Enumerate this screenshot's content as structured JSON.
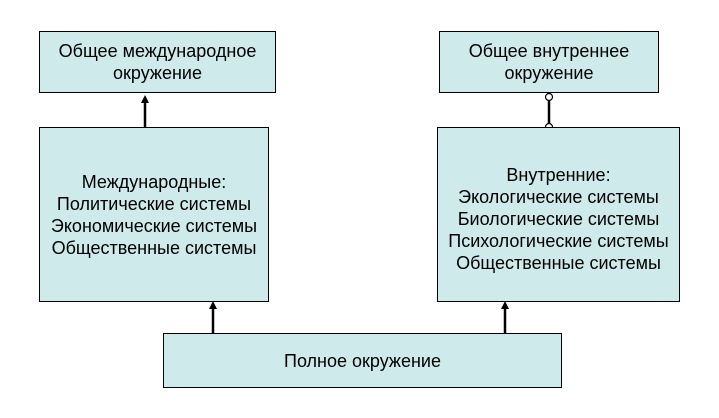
{
  "diagram": {
    "international_env": {
      "lines": [
        "Общее международное",
        "окружение"
      ]
    },
    "internal_env": {
      "lines": [
        "Общее внутреннее",
        "окружение"
      ]
    },
    "international": {
      "lines": [
        "Международные:",
        "Политические системы",
        "Экономические системы",
        "Общественные системы"
      ]
    },
    "internal": {
      "lines": [
        "Внутренние:",
        "Экологические системы",
        "Биологические системы",
        "Психологические системы",
        "Общественные системы"
      ]
    },
    "full_env": {
      "label": "Полное окружение"
    },
    "colors": {
      "box_fill": "#cfeaea",
      "border": "#000000",
      "arrow": "#000000"
    }
  }
}
